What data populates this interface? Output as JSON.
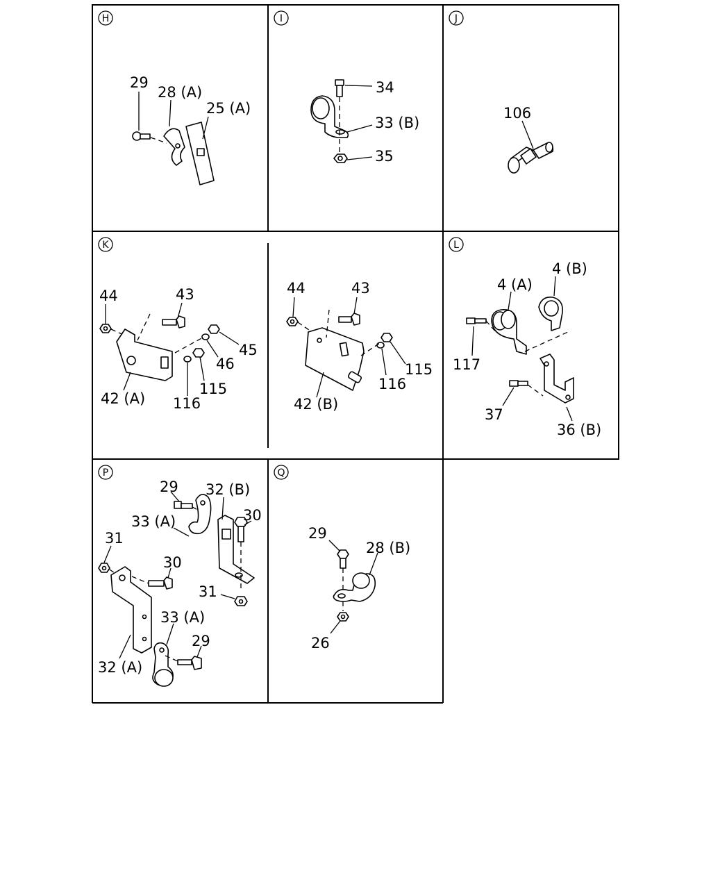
{
  "panels": [
    {
      "id": "H",
      "labels": [
        "29",
        "28 (A)",
        "25 (A)"
      ]
    },
    {
      "id": "I",
      "labels": [
        "34",
        "33 (B)",
        "35"
      ]
    },
    {
      "id": "J",
      "labels": [
        "106"
      ]
    },
    {
      "id": "K",
      "labels": [
        "44",
        "43",
        "45",
        "46",
        "115",
        "116",
        "42 (A)",
        "44",
        "43",
        "115",
        "116",
        "42 (B)"
      ]
    },
    {
      "id": "L",
      "labels": [
        "4 (A)",
        "4 (B)",
        "117",
        "37",
        "36 (B)"
      ]
    },
    {
      "id": "P",
      "labels": [
        "29",
        "32 (B)",
        "33 (A)",
        "30",
        "31",
        "30",
        "31",
        "33 (A)",
        "29",
        "32 (A)"
      ]
    },
    {
      "id": "Q",
      "labels": [
        "29",
        "28 (B)",
        "26"
      ]
    }
  ]
}
